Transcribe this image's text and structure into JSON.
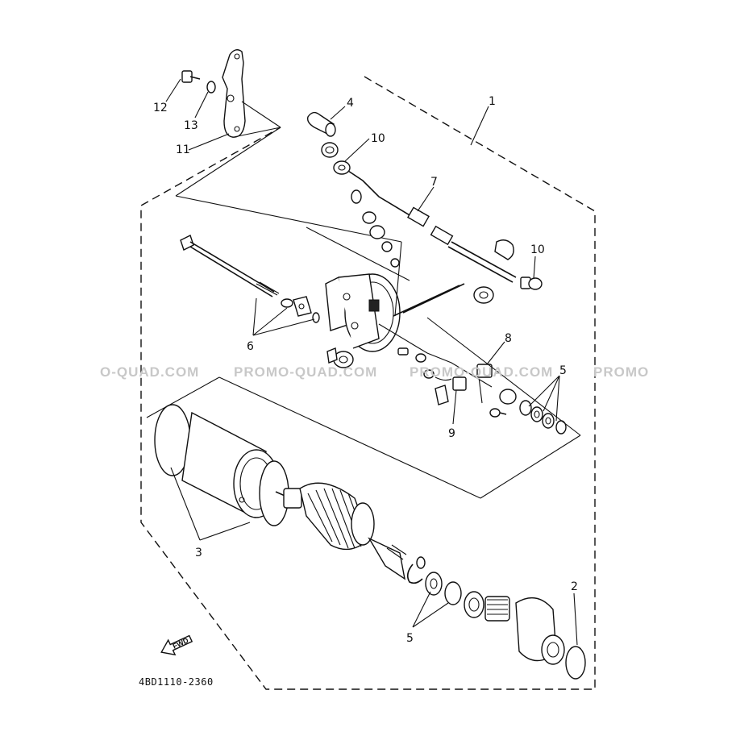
{
  "diagram": {
    "callouts": [
      {
        "label": "1"
      },
      {
        "label": "2"
      },
      {
        "label": "3"
      },
      {
        "label": "4"
      },
      {
        "label": "5"
      },
      {
        "label": "5"
      },
      {
        "label": "6"
      },
      {
        "label": "7"
      },
      {
        "label": "8"
      },
      {
        "label": "9"
      },
      {
        "label": "10"
      },
      {
        "label": "10"
      },
      {
        "label": "11"
      },
      {
        "label": "12"
      },
      {
        "label": "13"
      }
    ],
    "part_code": "4BD1110-2360",
    "fwd_label": "FWD"
  },
  "watermark": {
    "segments": [
      "O-QUAD.COM",
      "PROMO-QUAD.COM",
      "PROMO-QUAD.COM",
      "PROMO"
    ]
  }
}
